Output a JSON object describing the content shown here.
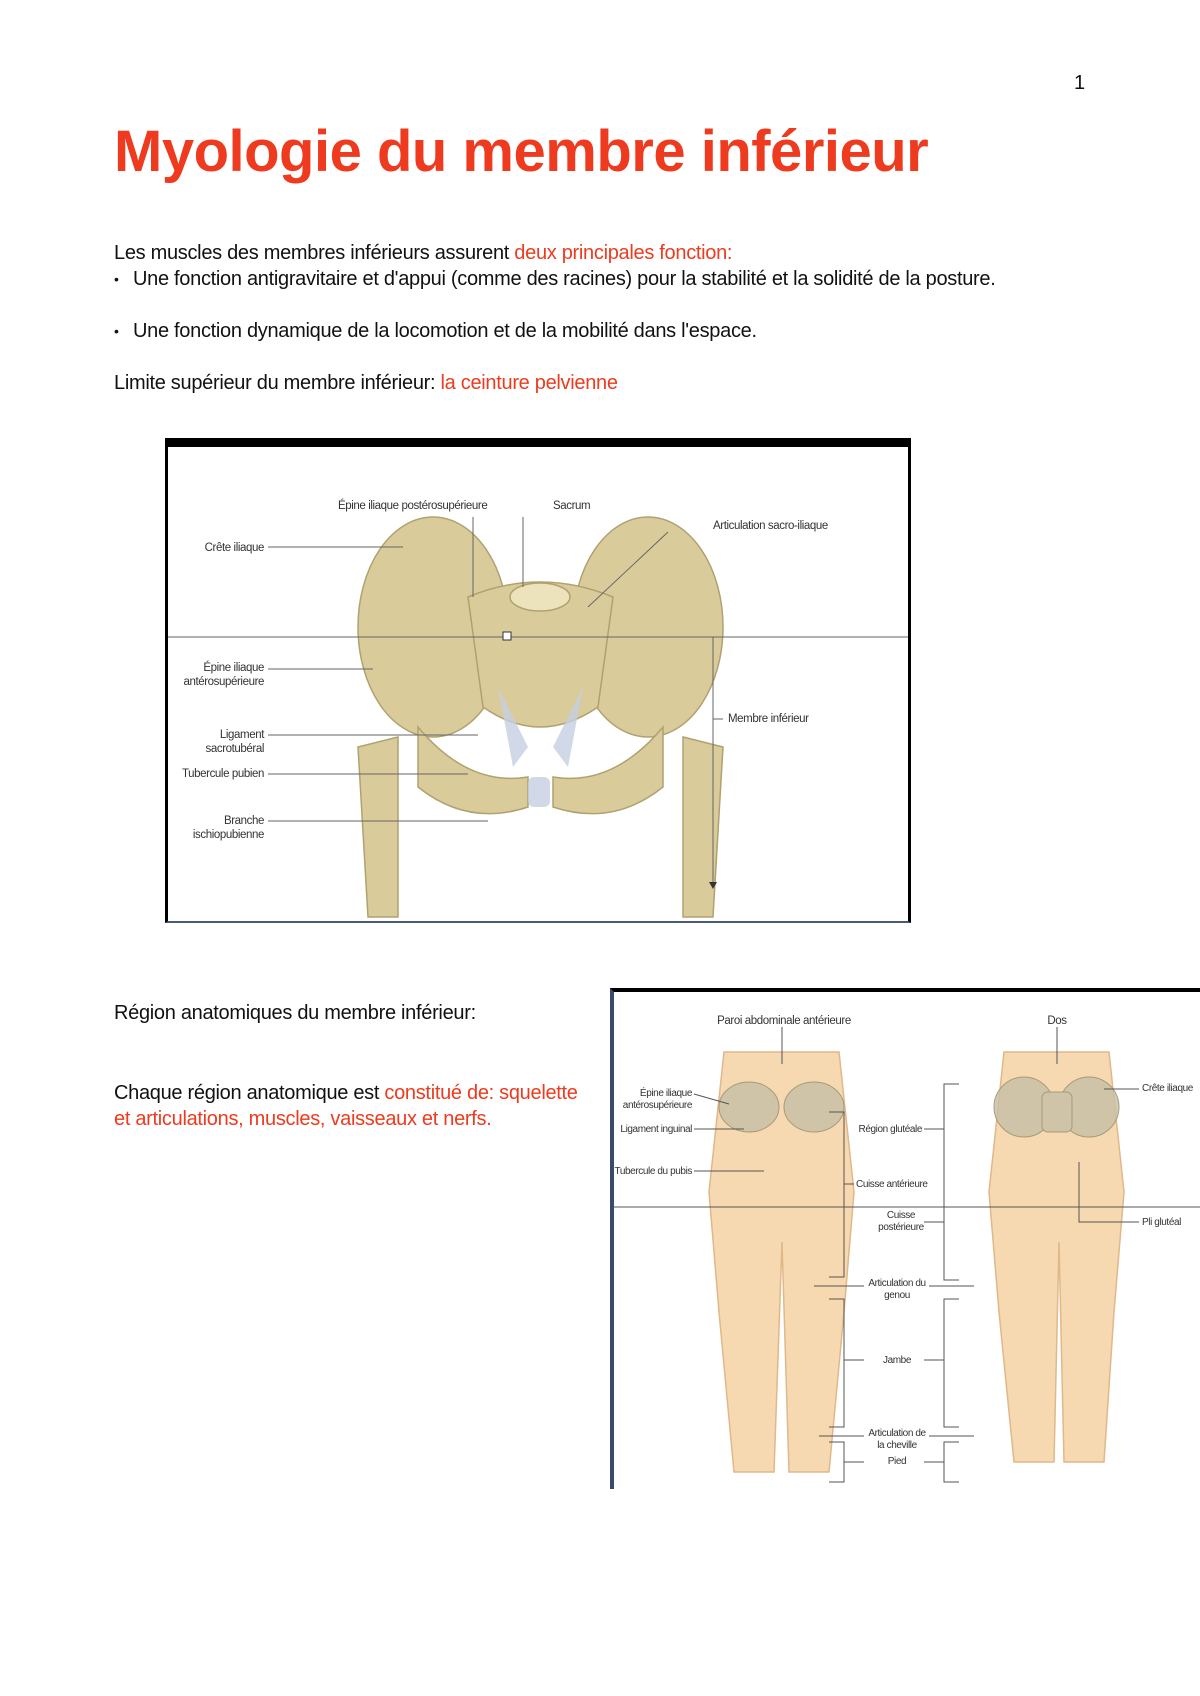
{
  "page_number": "1",
  "title": "Myologie du membre inférieur",
  "intro": {
    "text": "Les muscles des membres inférieurs assurent ",
    "highlight": "deux principales fonction:"
  },
  "bullets": [
    "Une fonction antigravitaire et d'appui (comme des racines) pour la stabilité et la solidité de la posture.",
    "Une fonction dynamique de la locomotion et de la mobilité dans l'espace."
  ],
  "limit": {
    "text": "Limite supérieur du membre inférieur: ",
    "highlight": "la ceinture pelvienne"
  },
  "figure1": {
    "labels": {
      "epine_post": "Épine iliaque postérosupérieure",
      "sacrum": "Sacrum",
      "artic_sacro": "Articulation sacro-iliaque",
      "crete": "Crête iliaque",
      "epine_ant": "Épine iliaque antérosupérieure",
      "ligament": "Ligament sacrotubéral",
      "tubercule": "Tubercule pubien",
      "branche": "Branche ischiopubienne",
      "membre": "Membre inférieur"
    }
  },
  "regions_heading": "Région anatomiques du membre inférieur:",
  "regions_text": {
    "text": "Chaque région anatomique est ",
    "highlight": "constitué de: squelette et articulations, muscles, vaisseaux et nerfs."
  },
  "figure2": {
    "labels": {
      "paroi": "Paroi abdominale antérieure",
      "dos": "Dos",
      "epine": "Épine iliaque antérosupérieure",
      "crete": "Crête iliaque",
      "ligament": "Ligament inguinal",
      "glutea": "Région glutéale",
      "tubercule": "Tubercule du pubis",
      "cuisse_ant": "Cuisse antérieure",
      "cuisse_post": "Cuisse postérieure",
      "pli": "Pli glutéal",
      "genou": "Articulation du genou",
      "jambe": "Jambe",
      "cheville": "Articulation de la cheville",
      "pied": "Pied"
    }
  },
  "colors": {
    "accent": "#ee3a1e",
    "bone": "#d9cc9a",
    "skin": "#f6d9b0"
  }
}
